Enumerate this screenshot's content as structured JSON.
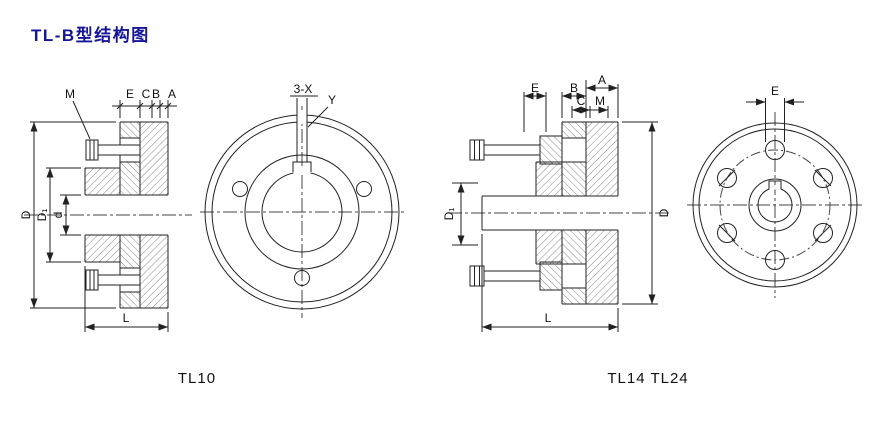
{
  "title": "TL-B型结构图",
  "colors": {
    "title": "#15159a",
    "line": "#222222"
  },
  "captions": {
    "left": "TL10",
    "right": "TL14 TL24"
  },
  "fig1": {
    "name": "tl10-section-view",
    "labels": {
      "m": "M",
      "e": "E",
      "c": "C",
      "b": "B",
      "a": "A",
      "D": "D",
      "D1": "D₁",
      "d": "d",
      "L": "L"
    }
  },
  "fig2": {
    "name": "tl10-front-view",
    "labels": {
      "holes": "3-X",
      "slot": "Y"
    }
  },
  "fig3": {
    "name": "tl14-tl24-section-view",
    "labels": {
      "e": "E",
      "b": "B",
      "a": "A",
      "c": "C",
      "m": "M",
      "D1": "D₁",
      "D": "D",
      "L": "L"
    }
  },
  "fig4": {
    "name": "tl14-tl24-front-view",
    "labels": {
      "e": "E"
    }
  }
}
